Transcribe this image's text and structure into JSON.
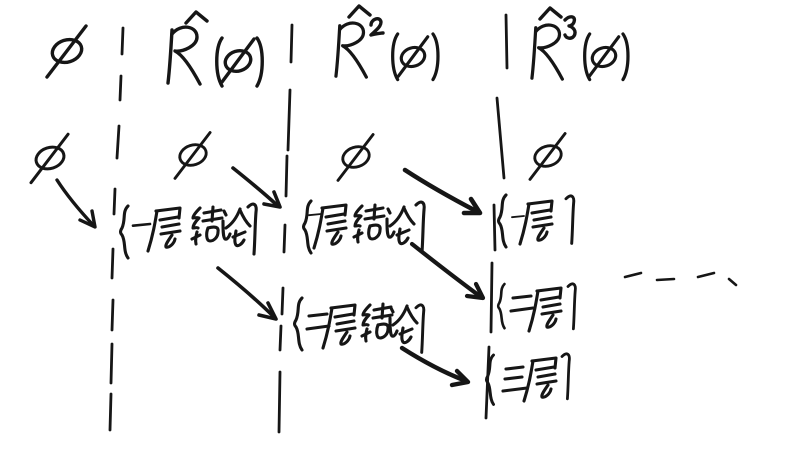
{
  "scene": {
    "type": "handwritten-whiteboard-diagram",
    "background": "#ffffff",
    "ink_color": "#161616",
    "ellipsis": "- - - -"
  },
  "columns": [
    {
      "header": "∅",
      "cells": [
        "∅"
      ]
    },
    {
      "header": "R̂(∅)",
      "cells": [
        "∅",
        "{一层结论}"
      ]
    },
    {
      "header": "R̂²(∅)",
      "cells": [
        "∅",
        "{一层结论}",
        "{二层结论}"
      ]
    },
    {
      "header": "R̂³(∅)",
      "cells": [
        "∅",
        "{一层}",
        "{二层}",
        "{三层}"
      ]
    }
  ],
  "dividers": {
    "style": "hand-drawn dashed vertical line",
    "count": 3
  },
  "arrows": [
    {
      "from": "col1 ∅",
      "to": "col2 {一层结论}"
    },
    {
      "from": "col2 ∅",
      "to": "col3 {一层结论}"
    },
    {
      "from": "col3 ∅",
      "to": "col4 {一层}"
    },
    {
      "from": "col2 {一层结论}",
      "to": "col3 {二层结论}"
    },
    {
      "from": "col3 {一层结论}",
      "to": "col4 {二层}"
    },
    {
      "from": "col3 {二层结论}",
      "to": "col4 {三层}"
    }
  ]
}
